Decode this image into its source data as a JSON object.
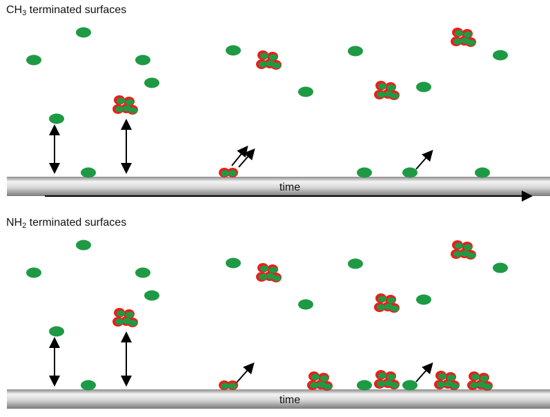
{
  "panels": [
    {
      "id": "ch3",
      "title_prefix": "CH",
      "title_sub": "3",
      "title_suffix": " terminated surfaces",
      "time_label": "time"
    },
    {
      "id": "nh2",
      "title_prefix": "NH",
      "title_sub": "2",
      "title_suffix": " terminated surfaces",
      "time_label": "time"
    }
  ],
  "colors": {
    "particle": "#1e9a45",
    "coating": "#e8201a",
    "surface_light": "#f2f2f2",
    "surface_dark": "#8a8a8a",
    "arrow": "#000000"
  },
  "legend_icons": [
    "green-particle-icon",
    "coated-particle-cluster-icon",
    "double-arrow-icon"
  ]
}
